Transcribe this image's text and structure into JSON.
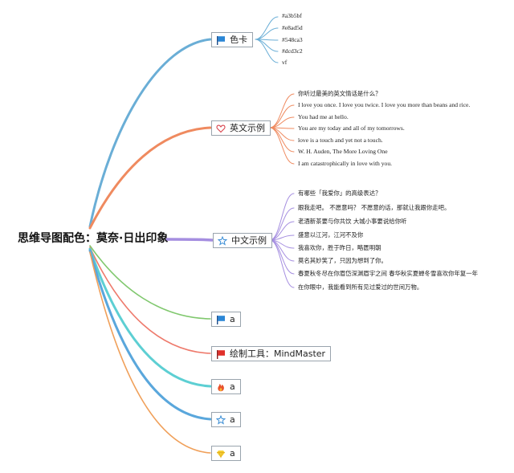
{
  "root": {
    "title": "思维导图配色：莫奈·日出印象"
  },
  "branches": [
    {
      "id": "colorcard",
      "label": "色卡",
      "icon": "blue-flag-icon",
      "leaves": [
        "#a3b5bf",
        "#e8ad5d",
        "#548ca3",
        "#dcd3c2",
        "vf"
      ]
    },
    {
      "id": "english",
      "label": "英文示例",
      "icon": "heart-outline-icon",
      "leaves": [
        "你听过最美的英文情话是什么？",
        "I love you once. I love you twice. I love you more than beans and rice.",
        "You had me at hello.",
        "You are my today and all of my tomorrows.",
        "love is a touch and yet not a touch.",
        "W. H. Auden, The More Loving One",
        "I am catastrophically in love with you."
      ]
    },
    {
      "id": "chinese",
      "label": "中文示例",
      "icon": "star-outline-icon",
      "leaves": [
        "有哪些「我爱你」的高级表达？",
        "跟我走吧。 不愿意吗？ 不愿意的话，那就让我跟你走吧。",
        "老酒新茶要与你共饮 大城小事要说给你听",
        "盛意以江河，江河不及你",
        "我喜欢你，胜于昨日，略匮明朝",
        "莫名其妙笑了，只因为想到了你。",
        "春夏秋冬尽在你眉岱深渊眉宇之间 春华秋实夏蝉冬雪喜欢你年复一年",
        "在你眼中，我能看到所有见过爱过的世间万物。"
      ]
    },
    {
      "id": "a1",
      "label": "a",
      "icon": "blue-flag-icon",
      "leaves": []
    },
    {
      "id": "tool",
      "label": "绘制工具：MindMaster",
      "icon": "red-flag-icon",
      "leaves": []
    },
    {
      "id": "a2",
      "label": "a",
      "icon": "fire-icon",
      "leaves": []
    },
    {
      "id": "a3",
      "label": "a",
      "icon": "star-outline-icon",
      "leaves": []
    },
    {
      "id": "a4",
      "label": "a",
      "icon": "diamond-icon",
      "leaves": []
    }
  ],
  "colors": {
    "colorcard": "#6aaed6",
    "english": "#ef8a5f",
    "chinese": "#a58ee0",
    "a1": "#80c86e",
    "tool": "#ee7a6c",
    "a2": "#5dcfd3",
    "a3": "#5aa7dc",
    "a4": "#f0a05a"
  }
}
